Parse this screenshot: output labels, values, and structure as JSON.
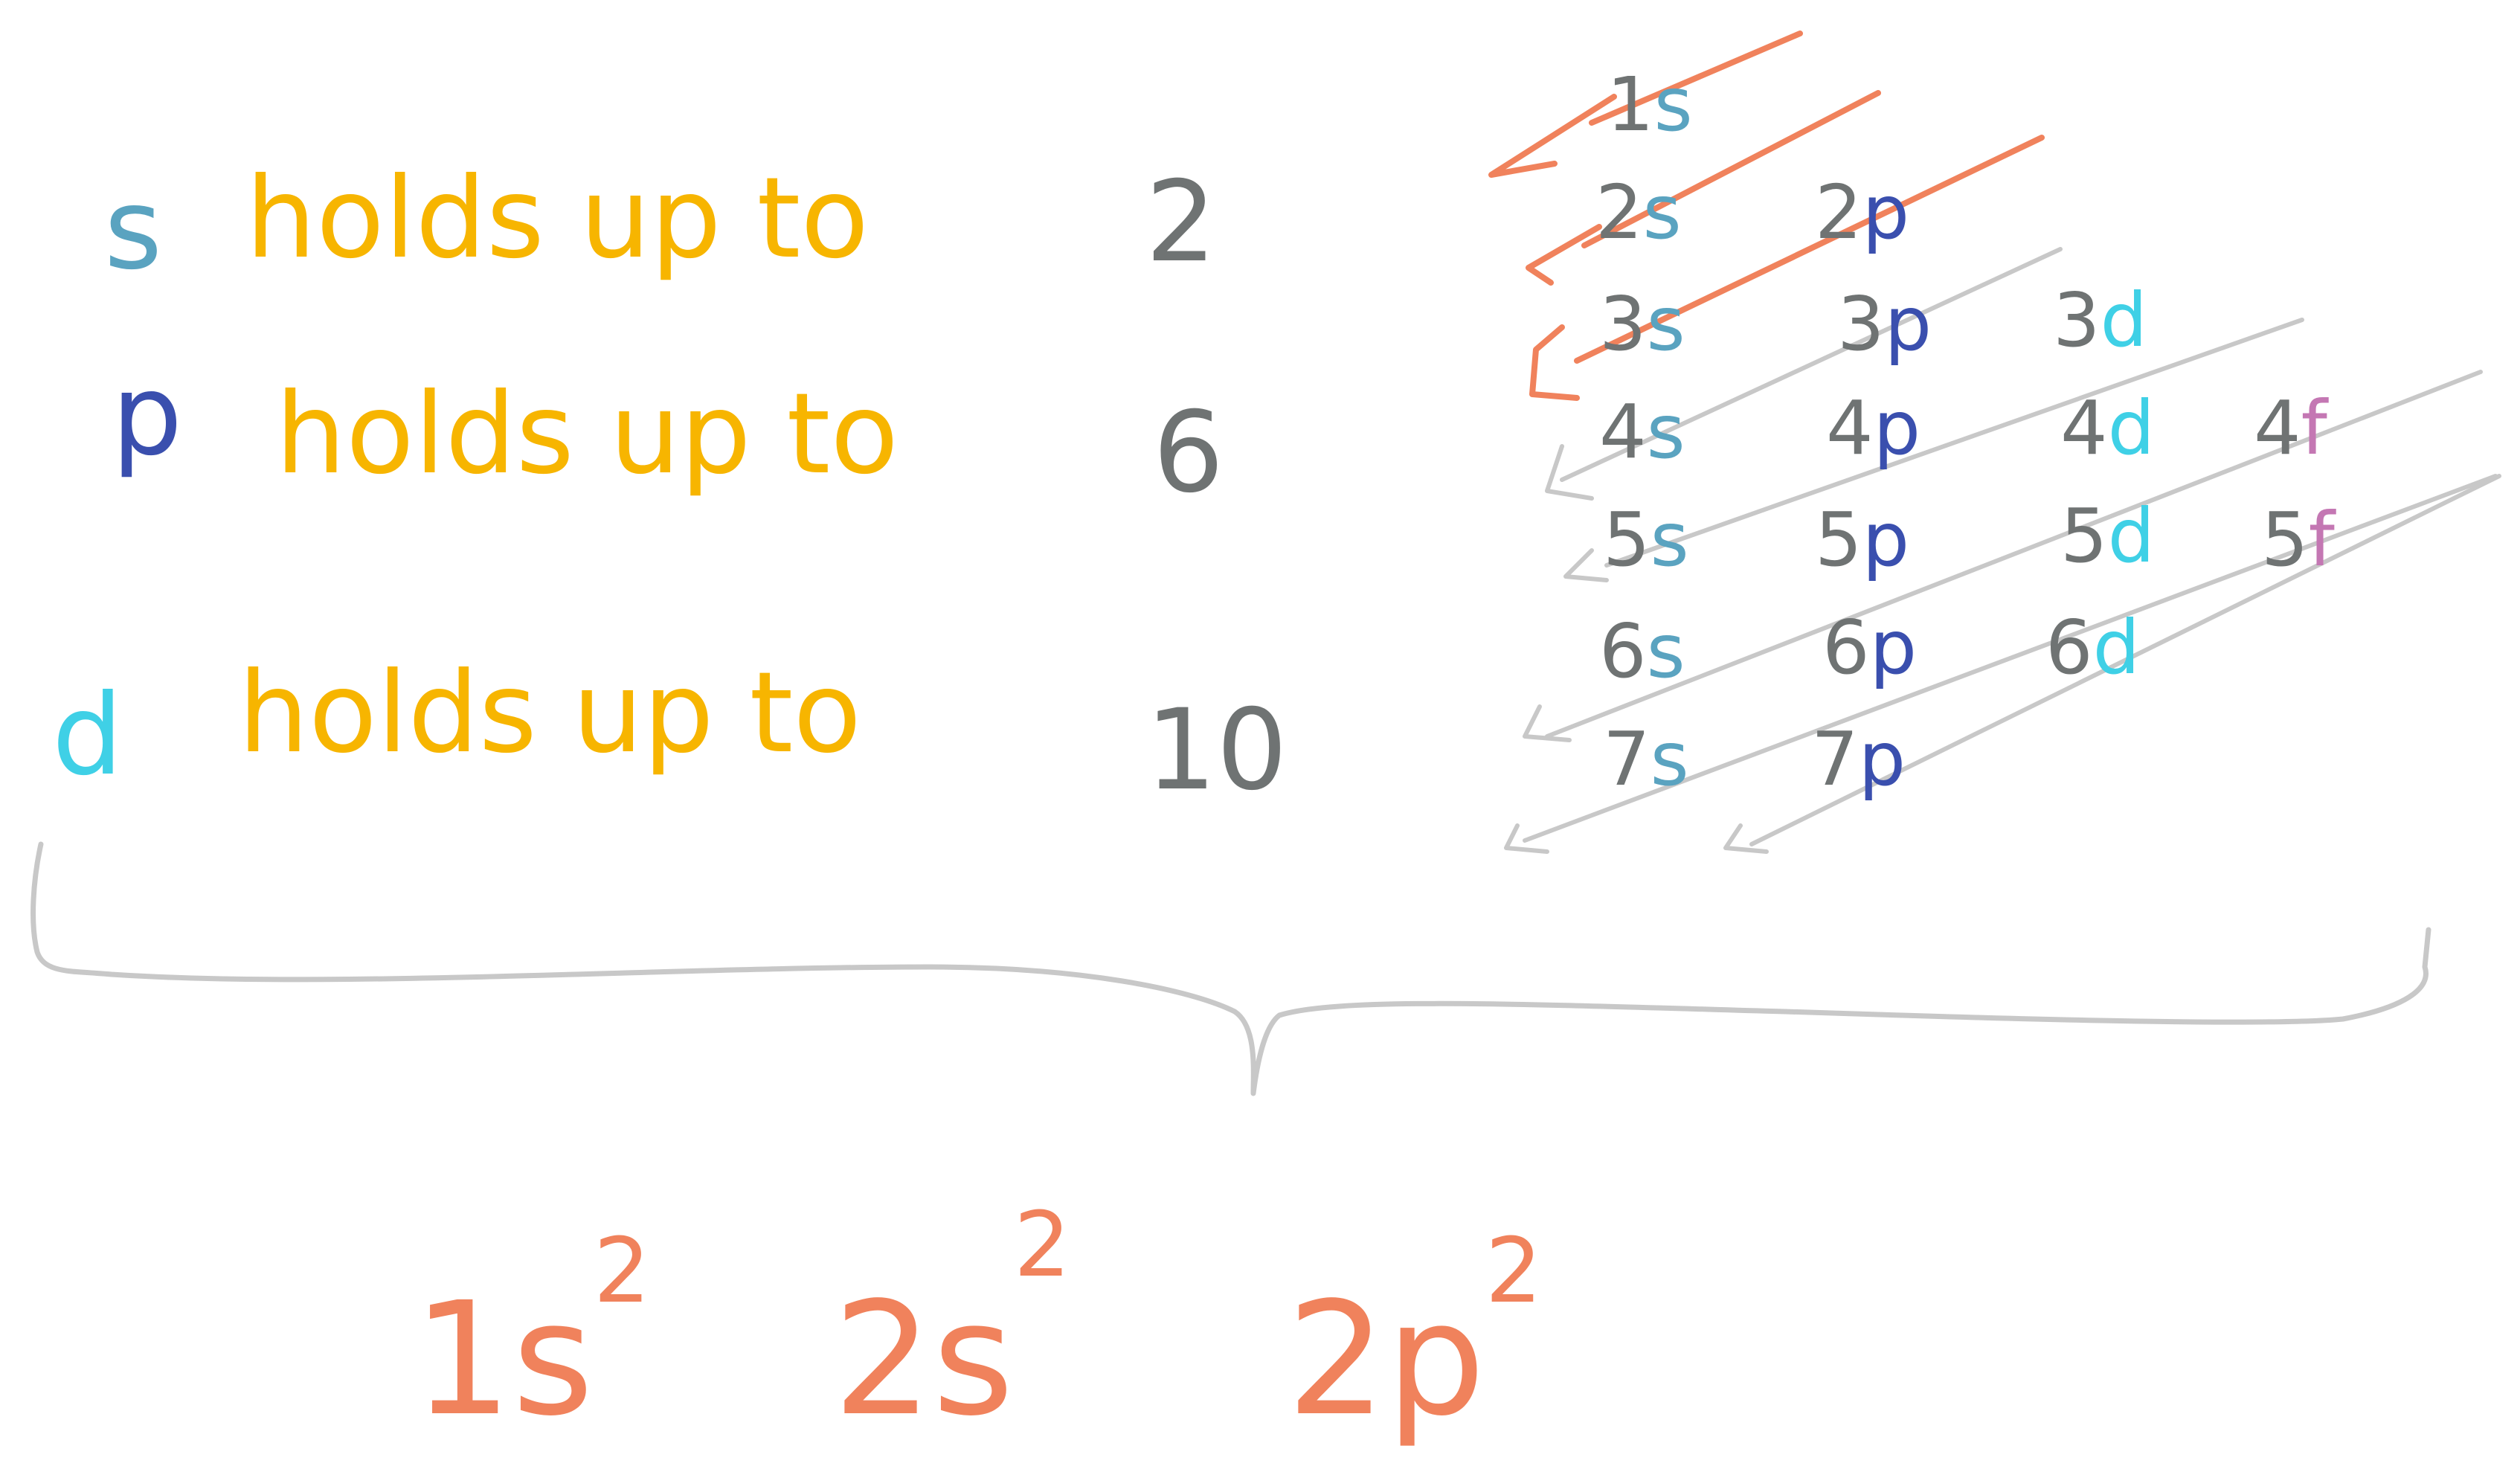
{
  "colors": {
    "s": "#5aa3c0",
    "p": "#3a4fae",
    "d": "#3fd0e6",
    "f": "#c477b3",
    "rule_text": "#f7b500",
    "number": "#6f7373",
    "orange": "#f0825c",
    "arrow": "#c8c8c8"
  },
  "rules": [
    {
      "letter": "s",
      "text": "holds up to",
      "value": "2"
    },
    {
      "letter": "p",
      "text": "holds up to",
      "value": "6"
    },
    {
      "letter": "d",
      "text": "holds up to",
      "value": "10"
    }
  ],
  "orbital_grid": [
    [
      {
        "n": "1",
        "l": "s"
      }
    ],
    [
      {
        "n": "2",
        "l": "s"
      },
      {
        "n": "2",
        "l": "p"
      }
    ],
    [
      {
        "n": "3",
        "l": "s"
      },
      {
        "n": "3",
        "l": "p"
      },
      {
        "n": "3",
        "l": "d"
      }
    ],
    [
      {
        "n": "4",
        "l": "s"
      },
      {
        "n": "4",
        "l": "p"
      },
      {
        "n": "4",
        "l": "d"
      },
      {
        "n": "4",
        "l": "f"
      }
    ],
    [
      {
        "n": "5",
        "l": "s"
      },
      {
        "n": "5",
        "l": "p"
      },
      {
        "n": "5",
        "l": "d"
      },
      {
        "n": "5",
        "l": "f"
      }
    ],
    [
      {
        "n": "6",
        "l": "s"
      },
      {
        "n": "6",
        "l": "p"
      },
      {
        "n": "6",
        "l": "d"
      }
    ],
    [
      {
        "n": "7",
        "l": "s"
      },
      {
        "n": "7",
        "l": "p"
      }
    ]
  ],
  "configuration": [
    {
      "n": "1",
      "l": "s",
      "electrons": "2"
    },
    {
      "n": "2",
      "l": "s",
      "electrons": "2"
    },
    {
      "n": "2",
      "l": "p",
      "electrons": "2"
    }
  ]
}
